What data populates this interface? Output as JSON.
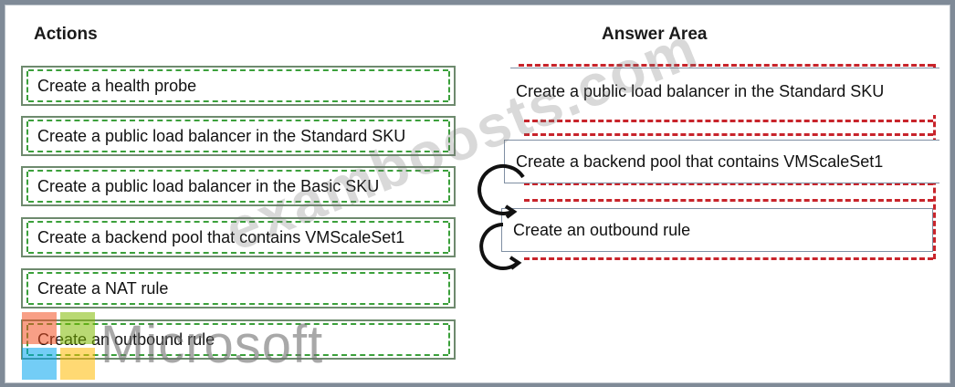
{
  "headings": {
    "actions": "Actions",
    "answer_area": "Answer Area"
  },
  "actions": [
    {
      "label": "Create a health probe"
    },
    {
      "label": "Create a public load balancer in the Standard SKU"
    },
    {
      "label": "Create a public load balancer in the Basic SKU"
    },
    {
      "label": "Create a backend pool that contains VMScaleSet1"
    },
    {
      "label": "Create a NAT rule"
    },
    {
      "label": "Create an outbound rule"
    }
  ],
  "answers": [
    {
      "label": "Create a public load balancer in the Standard SKU"
    },
    {
      "label": "Create a backend pool that contains VMScaleSet1"
    },
    {
      "label": "Create an outbound rule"
    }
  ],
  "watermark": "examboosts.com",
  "logo_text": "Microsoft",
  "colors": {
    "action_dash": "#3ba03b",
    "answer_dash": "#c8242b",
    "ms_red": "#f25022",
    "ms_green": "#7fba00",
    "ms_blue": "#00a4ef",
    "ms_yellow": "#ffb900"
  },
  "icons": [
    "move-up-icon",
    "move-down-icon"
  ]
}
